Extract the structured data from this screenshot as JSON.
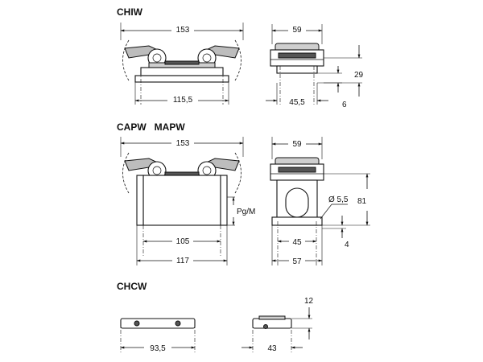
{
  "sections": {
    "chiw": {
      "title": "CHIW",
      "front": {
        "overall_width": "153",
        "base_width": "115,5"
      },
      "side": {
        "width": "59",
        "height": "29",
        "bottom_width": "45,5",
        "base_height": "6"
      }
    },
    "capw": {
      "title": "CAPW   MAPW",
      "front": {
        "overall_width": "153",
        "inner_width": "105",
        "outer_width": "117",
        "thread": "Pg/M"
      },
      "side": {
        "width": "59",
        "height": "81",
        "hole": "Ø 5,5",
        "inner_width": "45",
        "outer_width": "57",
        "base_height": "4"
      }
    },
    "chcw": {
      "title": "CHCW",
      "front": {
        "width": "93,5"
      },
      "side": {
        "height": "12",
        "width": "43"
      }
    }
  }
}
